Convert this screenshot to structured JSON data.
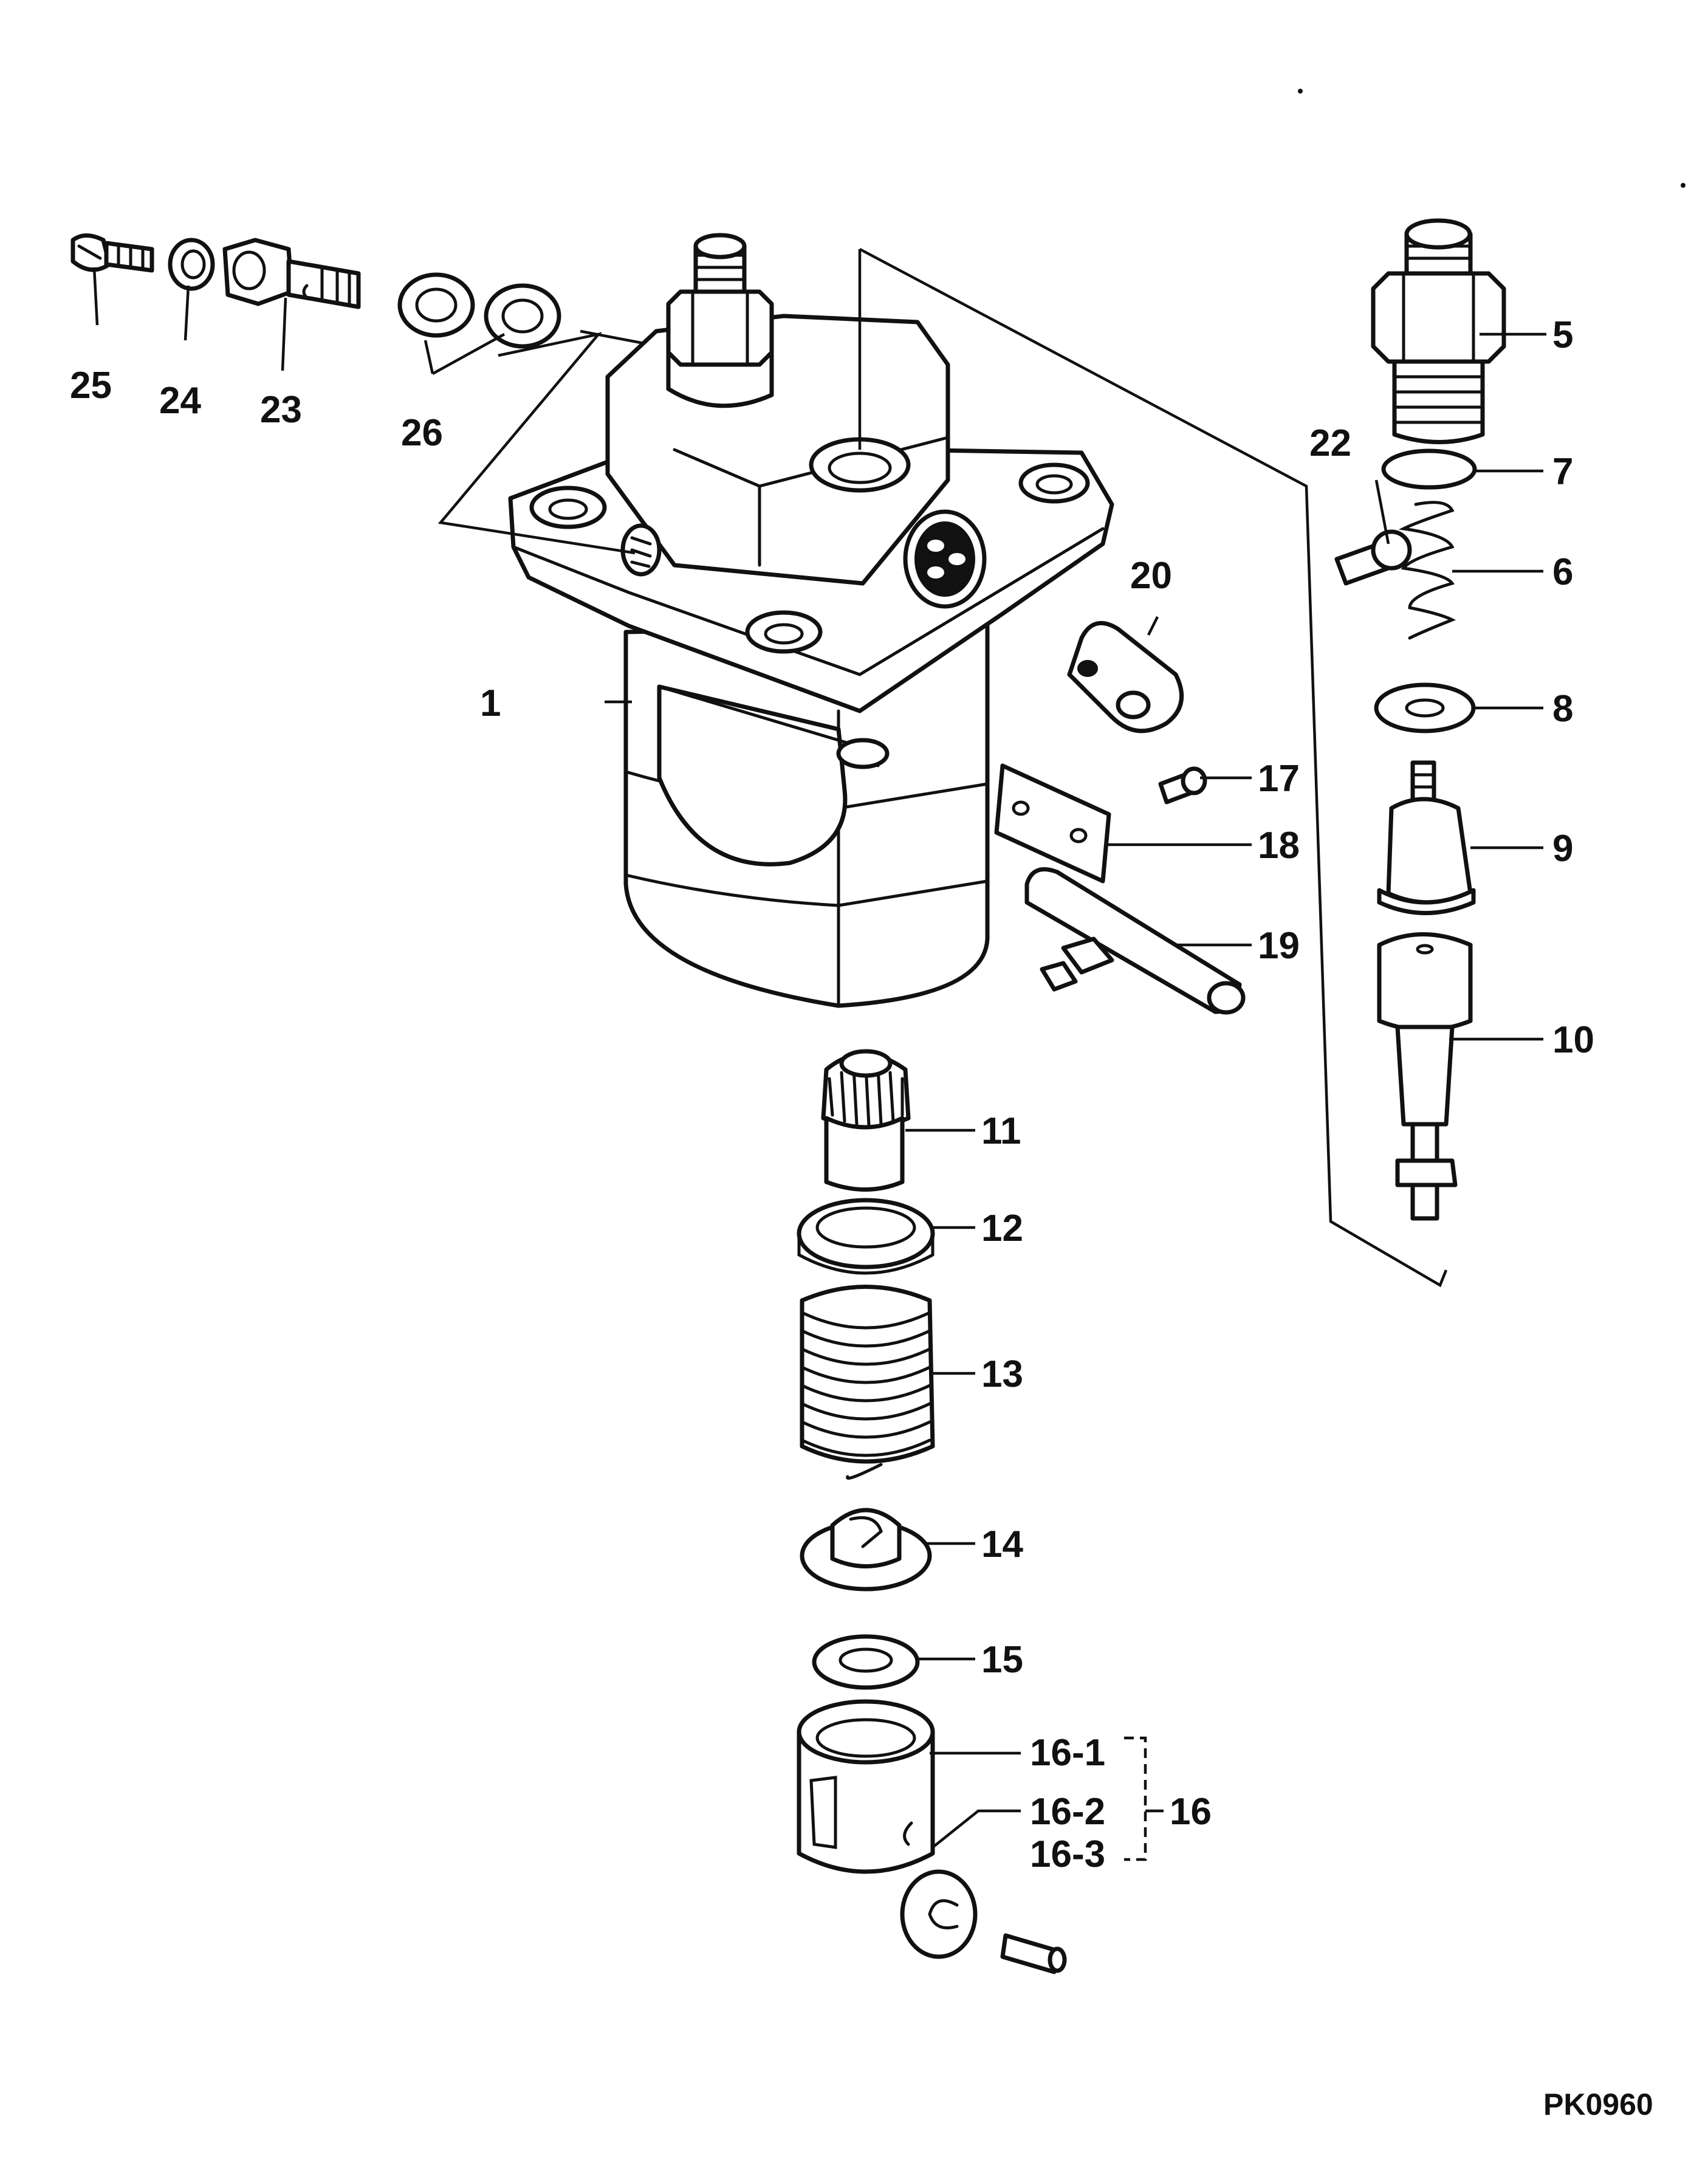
{
  "diagram_code": "PK0960",
  "callouts": [
    {
      "id": "c1",
      "text": "1"
    },
    {
      "id": "c5",
      "text": "5"
    },
    {
      "id": "c6",
      "text": "6"
    },
    {
      "id": "c7",
      "text": "7"
    },
    {
      "id": "c8",
      "text": "8"
    },
    {
      "id": "c9",
      "text": "9"
    },
    {
      "id": "c10",
      "text": "10"
    },
    {
      "id": "c11",
      "text": "11"
    },
    {
      "id": "c12",
      "text": "12"
    },
    {
      "id": "c13",
      "text": "13"
    },
    {
      "id": "c14",
      "text": "14"
    },
    {
      "id": "c15",
      "text": "15"
    },
    {
      "id": "c16",
      "text": "16"
    },
    {
      "id": "c16_1",
      "text": "16-1"
    },
    {
      "id": "c16_2",
      "text": "16-2"
    },
    {
      "id": "c16_3",
      "text": "16-3"
    },
    {
      "id": "c17",
      "text": "17"
    },
    {
      "id": "c18",
      "text": "18"
    },
    {
      "id": "c19",
      "text": "19"
    },
    {
      "id": "c20",
      "text": "20"
    },
    {
      "id": "c22",
      "text": "22"
    },
    {
      "id": "c23",
      "text": "23"
    },
    {
      "id": "c24",
      "text": "24"
    },
    {
      "id": "c25",
      "text": "25"
    },
    {
      "id": "c26",
      "text": "26"
    }
  ],
  "style": {
    "line_color": "#111111",
    "background": "#ffffff"
  }
}
